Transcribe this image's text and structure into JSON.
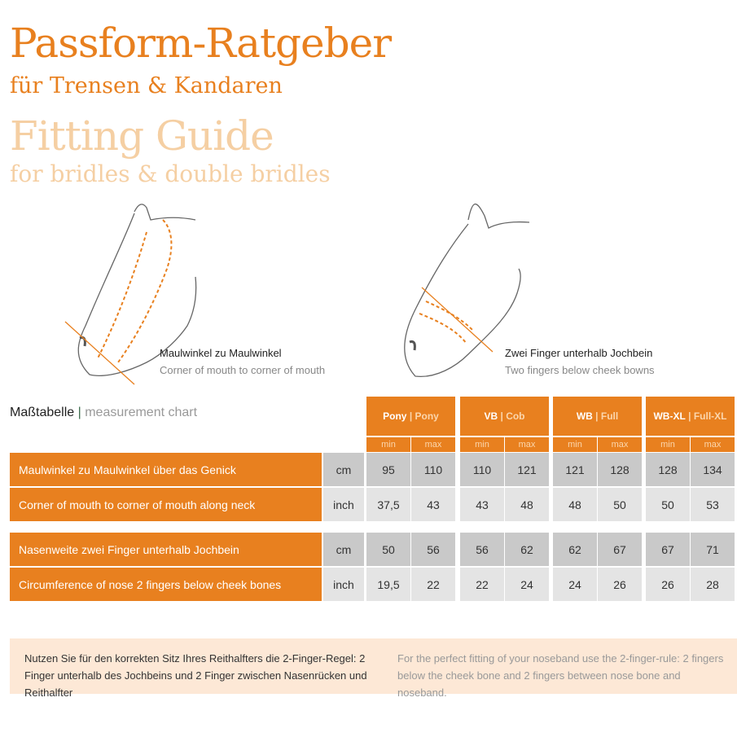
{
  "title": {
    "de": "Passform-Ratgeber",
    "de_sub": "für Trensen & Kandaren",
    "en": "Fitting Guide",
    "en_sub": "for bridles & double bridles"
  },
  "figures": [
    {
      "de": "Maulwinkel zu Maulwinkel",
      "en": "Corner of mouth to corner of mouth"
    },
    {
      "de": "Zwei Finger unterhalb Jochbein",
      "en": "Two fingers below cheek bowns"
    }
  ],
  "table": {
    "title_de": "Maßtabelle",
    "title_sep": "|",
    "title_en": "measurement chart",
    "sizes": [
      {
        "de": "Pony",
        "en": "Pony"
      },
      {
        "de": "VB",
        "en": "Cob"
      },
      {
        "de": "WB",
        "en": "Full"
      },
      {
        "de": "WB-XL",
        "en": "Full-XL"
      }
    ],
    "min": "min",
    "max": "max",
    "rows": [
      {
        "label": "Maulwinkel zu Maulwinkel über das Genick",
        "unit": "cm",
        "values": [
          "95",
          "110",
          "110",
          "121",
          "121",
          "128",
          "128",
          "134"
        ]
      },
      {
        "label": "Corner of mouth to corner of mouth along neck",
        "unit": "inch",
        "values": [
          "37,5",
          "43",
          "43",
          "48",
          "48",
          "50",
          "50",
          "53"
        ]
      },
      {
        "label": "Nasenweite zwei Finger unterhalb Jochbein",
        "unit": "cm",
        "values": [
          "50",
          "56",
          "56",
          "62",
          "62",
          "67",
          "67",
          "71"
        ]
      },
      {
        "label": "Circumference of nose 2 fingers below cheek bones",
        "unit": "inch",
        "values": [
          "19,5",
          "22",
          "22",
          "24",
          "24",
          "26",
          "26",
          "28"
        ]
      }
    ]
  },
  "note": {
    "de": "Nutzen Sie für den korrekten Sitz Ihres Reithalfters die 2-Finger-Regel: 2 Finger unterhalb des Jochbeins und 2 Finger zwischen Nasenrücken und Reithalfter",
    "en": "For the perfect fitting of your noseband use the 2-finger-rule: 2 fingers below the cheek bone and 2 fingers between nose bone and noseband."
  }
}
